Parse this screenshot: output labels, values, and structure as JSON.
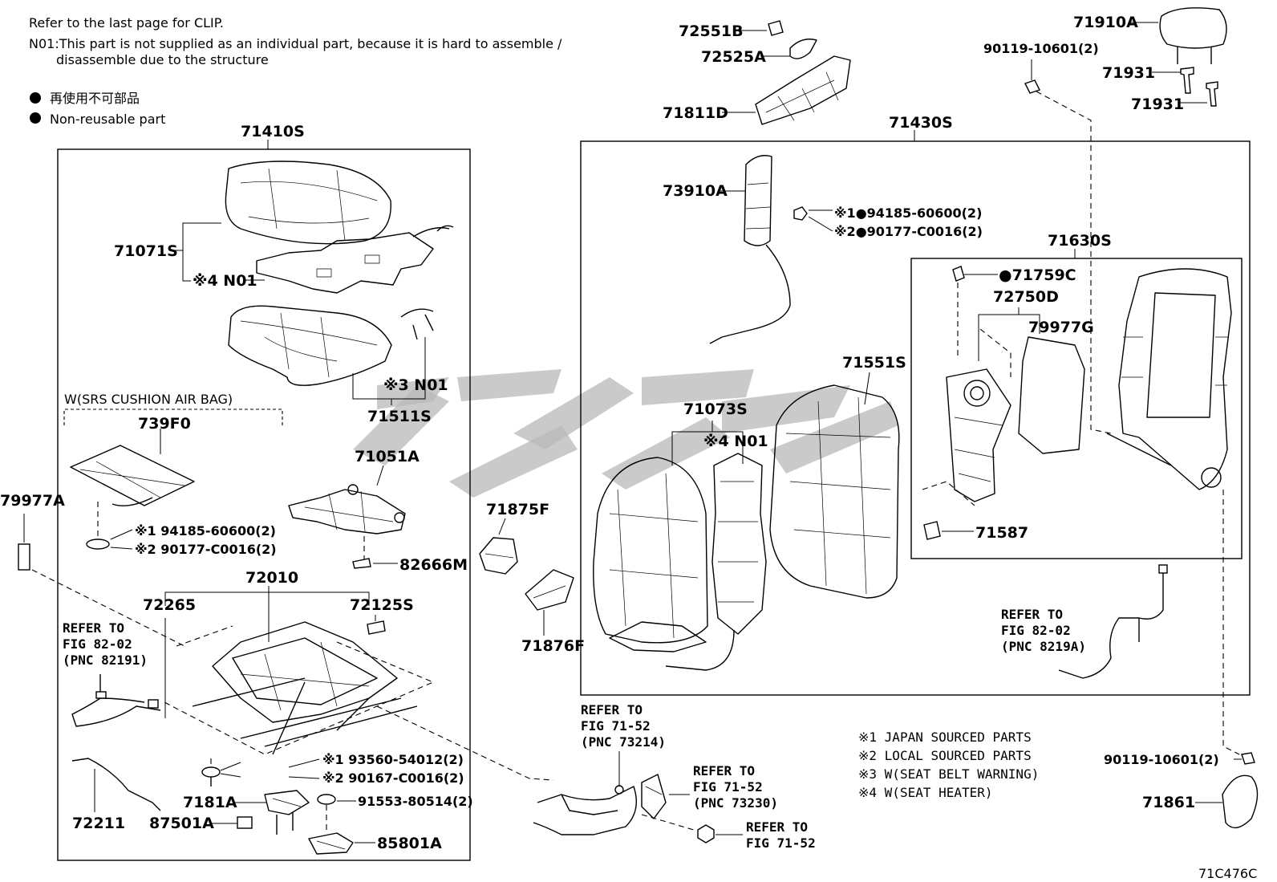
{
  "notes": {
    "clip": "Refer to the last page for CLIP.",
    "n01_line1": "N01:This part is not supplied as an individual part, because it is hard to assemble /",
    "n01_line2": "disassemble due to the structure",
    "nonreuse_jp": "再使用不可部品",
    "nonreuse_en": "Non-reusable part"
  },
  "groups": {
    "g71410S": "71410S",
    "g71430S": "71430S",
    "g71630S": "71630S",
    "srs_cushion": "W(SRS CUSHION AIR BAG)"
  },
  "parts": {
    "p71071S": "71071S",
    "p71071S_n01": "※4 N01",
    "p71511S_n01": "※3 N01",
    "p71511S": "71511S",
    "p739F0": "739F0",
    "p739F0_nut1": "※1 94185-60600(2)",
    "p739F0_nut2": "※2 90177-C0016(2)",
    "p71051A": "71051A",
    "p82666M": "82666M",
    "p79977A": "79977A",
    "p72010": "72010",
    "p72265": "72265",
    "p72125S": "72125S",
    "p72211": "72211",
    "p93560": "※1 93560-54012(2)",
    "p90167": "※2 90167-C0016(2)",
    "p91553": "91553-80514(2)",
    "p7181A": "7181A",
    "p87501A": "87501A",
    "p85801A": "85801A",
    "p72551B": "72551B",
    "p72525A": "72525A",
    "p71811D": "71811D",
    "p73910A": "73910A",
    "p73910A_nut1": "※1●94185-60600(2)",
    "p73910A_nut2": "※2●90177-C0016(2)",
    "p71073S": "71073S",
    "p71073S_n01": "※4 N01",
    "p71551S": "71551S",
    "p71875F": "71875F",
    "p71876F": "71876F",
    "p71759C": "●71759C",
    "p72750D": "72750D",
    "p79977G": "79977G",
    "p71587": "71587",
    "p71910A": "71910A",
    "p90119_top": "90119-10601(2)",
    "p71931_a": "71931",
    "p71931_b": "71931",
    "p90119_bot": "90119-10601(2)",
    "p71861": "71861"
  },
  "refs": {
    "r1_l1": "REFER TO",
    "r1_l2": "FIG 82-02",
    "r1_l3": "(PNC 82191)",
    "r2_l1": "REFER TO",
    "r2_l2": "FIG 71-52",
    "r2_l3": "(PNC 73214)",
    "r3_l1": "REFER TO",
    "r3_l2": "FIG 71-52",
    "r3_l3": "(PNC 73230)",
    "r4_l1": "REFER TO",
    "r4_l2": "FIG 71-52",
    "r5_l1": "REFER TO",
    "r5_l2": "FIG 82-02",
    "r5_l3": "(PNC 8219A)"
  },
  "legend": {
    "l1": "※1 JAPAN SOURCED PARTS",
    "l2": "※2 LOCAL SOURCED PARTS",
    "l3": "※3 W(SEAT BELT WARNING)",
    "l4": "※4 W(SEAT HEATER)"
  },
  "figure_code": "71C476C"
}
